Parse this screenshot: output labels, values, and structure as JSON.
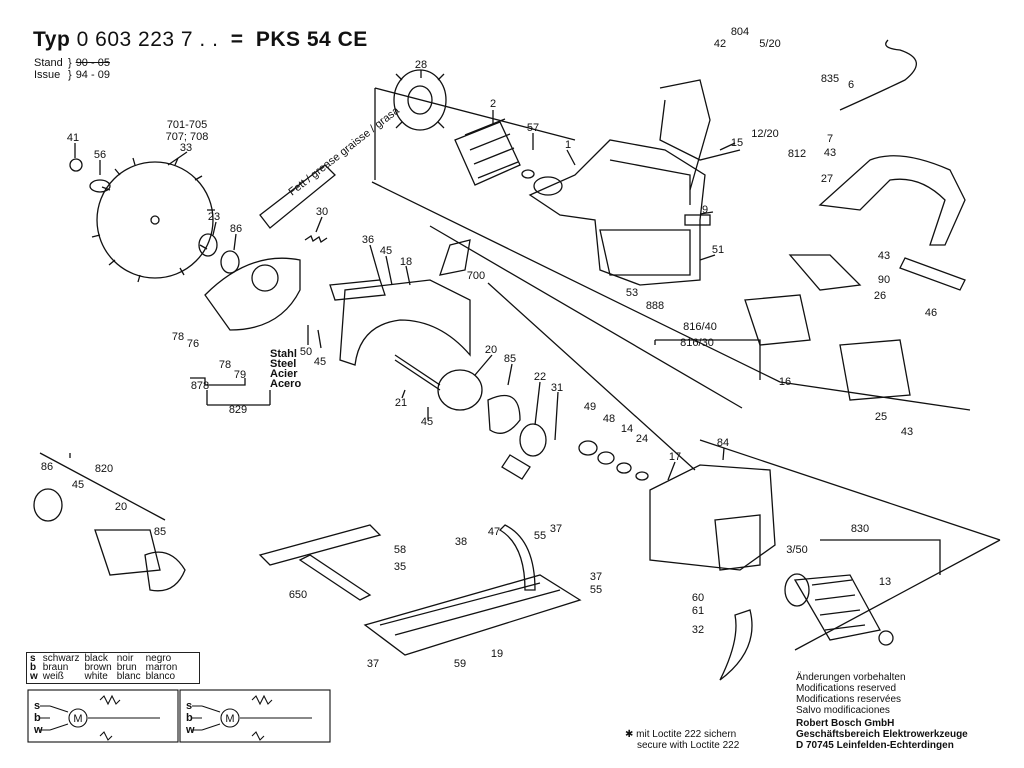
{
  "header": {
    "typ_label": "Typ",
    "typ_number": "0 603 223 7 . .",
    "equals": "=",
    "model": "PKS 54 CE",
    "stand_label": "Stand",
    "stand_value": "90 - 05",
    "issue_label": "Issue",
    "issue_value": "94 - 09"
  },
  "parts": [
    {
      "label": "28"
    },
    {
      "label": "2"
    },
    {
      "label": "57"
    },
    {
      "label": "1"
    },
    {
      "label": "15"
    },
    {
      "label": "9"
    },
    {
      "label": "51"
    },
    {
      "label": "53"
    },
    {
      "label": "888"
    },
    {
      "label": "41"
    },
    {
      "label": "56"
    },
    {
      "label": "33"
    },
    {
      "label": "701-705"
    },
    {
      "label": "707; 708"
    },
    {
      "label": "23"
    },
    {
      "label": "86"
    },
    {
      "label": "30"
    },
    {
      "label": "36"
    },
    {
      "label": "45"
    },
    {
      "label": "18"
    },
    {
      "label": "700"
    },
    {
      "label": "50"
    },
    {
      "label": "45"
    },
    {
      "label": "78"
    },
    {
      "label": "76"
    },
    {
      "label": "78"
    },
    {
      "label": "79"
    },
    {
      "label": "878"
    },
    {
      "label": "829"
    },
    {
      "label": "21"
    },
    {
      "label": "20"
    },
    {
      "label": "85"
    },
    {
      "label": "45"
    },
    {
      "label": "22"
    },
    {
      "label": "31"
    },
    {
      "label": "49"
    },
    {
      "label": "48"
    },
    {
      "label": "14"
    },
    {
      "label": "24"
    },
    {
      "label": "17"
    },
    {
      "label": "84"
    },
    {
      "label": "42"
    },
    {
      "label": "804"
    },
    {
      "label": "5/20"
    },
    {
      "label": "835"
    },
    {
      "label": "6"
    },
    {
      "label": "12/20"
    },
    {
      "label": "812"
    },
    {
      "label": "7"
    },
    {
      "label": "43"
    },
    {
      "label": "27"
    },
    {
      "label": "43"
    },
    {
      "label": "90"
    },
    {
      "label": "26"
    },
    {
      "label": "46"
    },
    {
      "label": "816/40"
    },
    {
      "label": "816/30"
    },
    {
      "label": "16"
    },
    {
      "label": "25"
    },
    {
      "label": "43"
    },
    {
      "label": "86"
    },
    {
      "label": "820"
    },
    {
      "label": "45"
    },
    {
      "label": "20"
    },
    {
      "label": "85"
    },
    {
      "label": "650"
    },
    {
      "label": "58"
    },
    {
      "label": "38"
    },
    {
      "label": "35"
    },
    {
      "label": "47"
    },
    {
      "label": "55"
    },
    {
      "label": "37"
    },
    {
      "label": "37"
    },
    {
      "label": "55"
    },
    {
      "label": "37"
    },
    {
      "label": "19"
    },
    {
      "label": "59"
    },
    {
      "label": "830"
    },
    {
      "label": "3/50"
    },
    {
      "label": "60"
    },
    {
      "label": "61"
    },
    {
      "label": "13"
    },
    {
      "label": "32"
    },
    {
      "label": "W"
    },
    {
      "label": "W"
    },
    {
      "label": "S"
    },
    {
      "label": "S"
    }
  ],
  "tube_label": "Fett / grease graisse / grasa",
  "blade_guard_text": [
    "Stahl",
    "Steel",
    "Acier",
    "Acero"
  ],
  "wire_legend": [
    {
      "key": "s",
      "de": "schwarz",
      "en": "black",
      "fr": "noir",
      "es": "negro"
    },
    {
      "key": "b",
      "de": "braun",
      "en": "brown",
      "fr": "brun",
      "es": "marron"
    },
    {
      "key": "w",
      "de": "weiß",
      "en": "white",
      "fr": "blanc",
      "es": "blanco"
    }
  ],
  "schematic_terminals": [
    "s",
    "b",
    "w"
  ],
  "schematic_motor": "M",
  "notes": {
    "loctite_1": "✱ mit Loctite 222 sichern",
    "loctite_2": "secure with Loctite 222",
    "changes_de": "Änderungen vorbehalten",
    "changes_en": "Modifications reserved",
    "changes_fr": "Modifications reservées",
    "changes_es": "Salvo modificaciones",
    "company": "Robert Bosch GmbH",
    "division": "Geschäftsbereich Elektrowerkzeuge",
    "address": "D 70745 Leinfelden-Echterdingen"
  }
}
